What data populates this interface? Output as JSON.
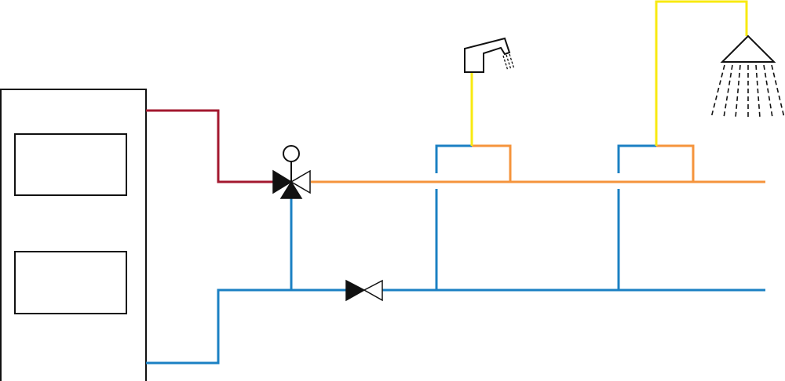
{
  "diagram": {
    "type": "plumbing-schematic",
    "components": [
      "boiler",
      "three-way-mixing-valve",
      "shutoff-valve",
      "faucet",
      "shower-head"
    ],
    "colors": {
      "hot_supply": "#a3182f",
      "mixed_hot": "#f5943c",
      "cold": "#1b80c3",
      "outlet": "#f8ea10",
      "outline": "#111111"
    }
  }
}
